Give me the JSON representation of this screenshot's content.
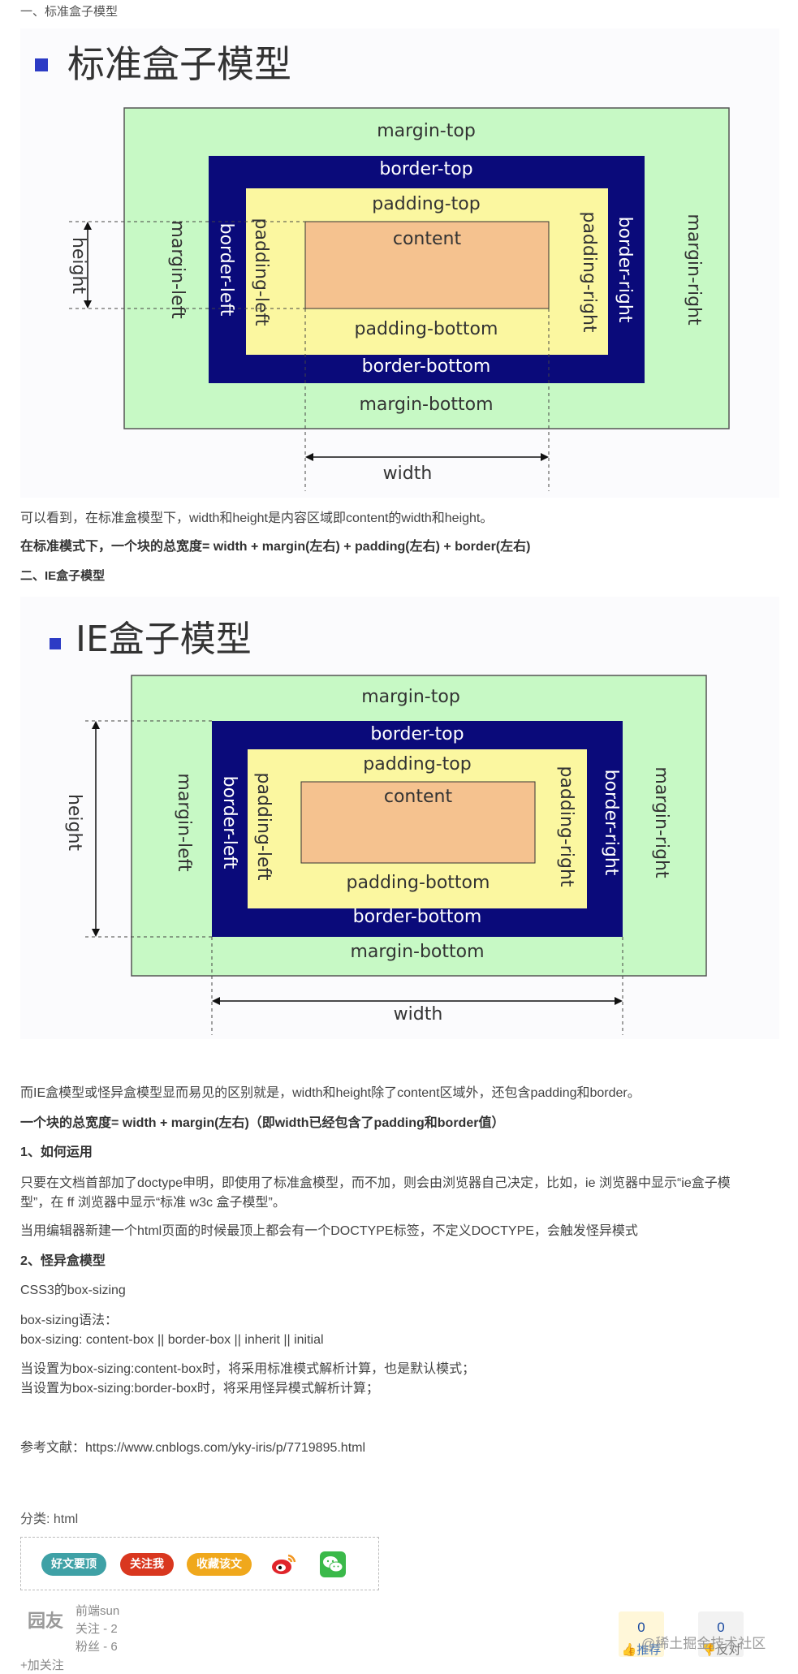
{
  "sec1_title": "一、标准盒子模型",
  "fig1": {
    "heading": "标准盒子模型",
    "margin_top": "margin-top",
    "border_top": "border-top",
    "padding_top": "padding-top",
    "content": "content",
    "padding_bottom": "padding-bottom",
    "border_bottom": "border-bottom",
    "margin_bottom": "margin-bottom",
    "margin_left": "margin-left",
    "border_left": "border-left",
    "padding_left": "padding-left",
    "padding_right": "padding-right",
    "border_right": "border-right",
    "margin_right": "margin-right",
    "height": "height",
    "width": "width"
  },
  "p1": "可以看到，在标准盒模型下，width和height是内容区域即content的width和height。",
  "p2": "在标准模式下，一个块的总宽度= width + margin(左右) + padding(左右) + border(左右)",
  "sec2_title": "二、IE盒子模型",
  "fig2": {
    "heading": "IE盒子模型",
    "margin_top": "margin-top",
    "border_top": "border-top",
    "padding_top": "padding-top",
    "content": "content",
    "padding_bottom": "padding-bottom",
    "border_bottom": "border-bottom",
    "margin_bottom": "margin-bottom",
    "margin_left": "margin-left",
    "border_left": "border-left",
    "padding_left": "padding-left",
    "padding_right": "padding-right",
    "border_right": "border-right",
    "margin_right": "margin-right",
    "height": "height",
    "width": "width"
  },
  "p3": " 而IE盒模型或怪异盒模型显而易见的区别就是，width和height除了content区域外，还包含padding和border。",
  "p4": "一个块的总宽度= width + margin(左右)（即width已经包含了padding和border值）",
  "h_use": "1、如何运用",
  "p5_line1": "只要在文档首部加了doctype申明，即使用了标准盒模型，而不加，则会由浏览器自己决定，比如，ie 浏览器中显示“ie盒子模",
  "p5_line2": "型”，在 ff 浏览器中显示“标准 w3c 盒子模型”。",
  "p6": "当用编辑器新建一个html页面的时候最顶上都会有一个DOCTYPE标签，不定义DOCTYPE，会触发怪异模式",
  "h_quirk": "2、怪异盒模型",
  "p7": "CSS3的box-sizing",
  "p8_line1": "box-sizing语法：",
  "p8_line2": "box-sizing: content-box || border-box || inherit || initial",
  "p9_line1": "当设置为box-sizing:content-box时，将采用标准模式解析计算，也是默认模式；",
  "p9_line2": "当设置为box-sizing:border-box时，将采用怪异模式解析计算；",
  "ref": "参考文献：https://www.cnblogs.com/yky-iris/p/7719895.html",
  "category": "分类: html",
  "buttons": {
    "good_post": "好文要顶",
    "follow_me": "关注我",
    "favorite": "收藏该文"
  },
  "author": {
    "name": "前端sun",
    "following": "关注 - 2",
    "followers": "粉丝 - 6",
    "add_follow": "+加关注",
    "avatar_text": "园友"
  },
  "votes": {
    "digg_count": "0",
    "digg_label": "推荐",
    "bury_count": "0",
    "bury_label": "反对"
  },
  "watermark": "@稀土掘金技术社区",
  "colors": {
    "margin": "#c7f9c5",
    "border": "#0a0a7a",
    "padding": "#fbf7a0",
    "content": "#f5c28f",
    "bullet": "#2c3bc5",
    "btn_green": "#3fa1a6",
    "btn_red": "#d9371f",
    "btn_orange": "#f0a81c",
    "wechat": "#3bb94a",
    "weibo": "#e0242a"
  },
  "icons": [
    "weibo-icon",
    "wechat-icon",
    "thumb-up-icon",
    "thumb-down-icon"
  ]
}
